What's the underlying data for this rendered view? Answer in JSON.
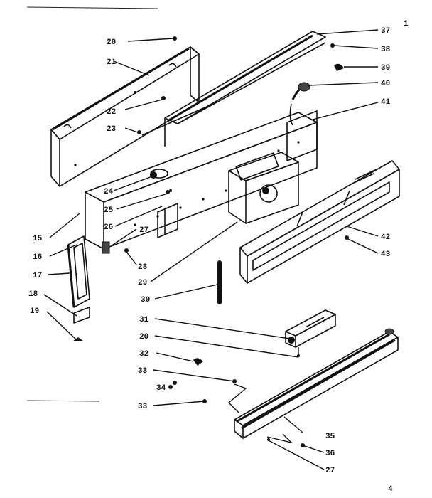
{
  "callouts": [
    {
      "id": "c20a",
      "text": "20"
    },
    {
      "id": "c21",
      "text": "21"
    },
    {
      "id": "c22",
      "text": "22"
    },
    {
      "id": "c23",
      "text": "23"
    },
    {
      "id": "c24",
      "text": "24"
    },
    {
      "id": "c25",
      "text": "25"
    },
    {
      "id": "c26",
      "text": "26"
    },
    {
      "id": "c27a",
      "text": "27"
    },
    {
      "id": "c28a",
      "text": "28"
    },
    {
      "id": "c29",
      "text": "29"
    },
    {
      "id": "c30",
      "text": "30"
    },
    {
      "id": "c15",
      "text": "15"
    },
    {
      "id": "c16",
      "text": "16"
    },
    {
      "id": "c17",
      "text": "17"
    },
    {
      "id": "c18",
      "text": "18"
    },
    {
      "id": "c19",
      "text": "19"
    },
    {
      "id": "c37",
      "text": "37"
    },
    {
      "id": "c38",
      "text": "38"
    },
    {
      "id": "c39",
      "text": "39"
    },
    {
      "id": "c40",
      "text": "40"
    },
    {
      "id": "c41",
      "text": "41"
    },
    {
      "id": "c42",
      "text": "42"
    },
    {
      "id": "c43",
      "text": "43"
    },
    {
      "id": "c31",
      "text": "31"
    },
    {
      "id": "c20b",
      "text": "20"
    },
    {
      "id": "c32",
      "text": "32"
    },
    {
      "id": "c33a",
      "text": "33"
    },
    {
      "id": "c34",
      "text": "34"
    },
    {
      "id": "c33b",
      "text": "33"
    },
    {
      "id": "c35",
      "text": "35"
    },
    {
      "id": "c36",
      "text": "36"
    },
    {
      "id": "c27b",
      "text": "27"
    }
  ],
  "edge_marks": {
    "top_right": "i",
    "bottom_right": "4"
  }
}
